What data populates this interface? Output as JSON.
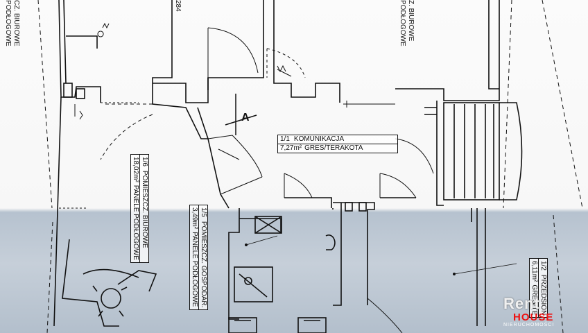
{
  "rooms": {
    "komunikacja": {
      "num": "1/1",
      "name": "KOMUNIKACJA",
      "area": "7,27m²",
      "floor": "GRES/TERAKOTA"
    },
    "biurowe_duze": {
      "num": "1/6",
      "name": "POMIESZCZ. BIUROWE",
      "area": "18,02m²",
      "floor": "PANELE PODŁOGOWE"
    },
    "gospodarcze": {
      "num": "1/5",
      "name": "POMIESZCZ. GOSPODAR.",
      "area": "3,49m²",
      "floor": "PANELE PODŁOGOWE"
    },
    "przedsionek": {
      "num": "1/2",
      "name": "PRZEDSION",
      "area": "6,11m²",
      "floor": "GRES/TE"
    },
    "biurowe_top_left": {
      "line1": "CZ. BIUROWE",
      "line2": "PODŁOGOWE"
    },
    "biurowe_top_right": {
      "line1": "Z. BIUROWE",
      "line2": "PODŁOGOWE"
    }
  },
  "dimension": "284",
  "section_marker": "A",
  "watermark": {
    "line1": "Rent",
    "line2": "HOUSE",
    "line3": "NIERUCHOMOŚCI"
  }
}
